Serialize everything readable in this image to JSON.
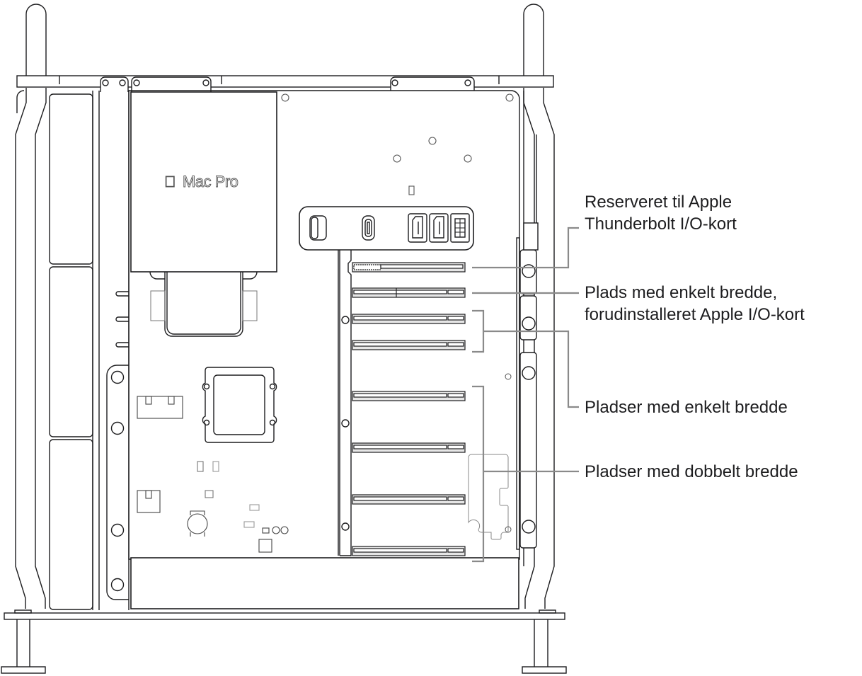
{
  "figure": {
    "subject": "Mac Pro side view, PCIe expansion slots",
    "brand_label": "Mac Pro",
    "logo_icon": "apple-logo-icon",
    "colors": {
      "line": "#1d1d1f",
      "callout_line": "#8a8a8a",
      "slot_fill": "#e6e6e6",
      "text": "#1d1d1f",
      "background": "#ffffff"
    }
  },
  "callouts": [
    {
      "id": "thunderbolt-io",
      "lines": [
        "Reserveret til Apple",
        "Thunderbolt I/O-kort"
      ]
    },
    {
      "id": "single-width-preinstalled",
      "lines": [
        "Plads med enkelt bredde,",
        "forudinstalleret Apple I/O-kort"
      ]
    },
    {
      "id": "single-width-slots",
      "lines": [
        "Pladser med enkelt bredde"
      ]
    },
    {
      "id": "double-width-slots",
      "lines": [
        "Pladser med dobbelt bredde"
      ]
    }
  ],
  "slots": {
    "count": 8,
    "y_positions": [
      377,
      413,
      450,
      488,
      558,
      632,
      705,
      778
    ]
  },
  "io_panel_ports": [
    "round-button",
    "usb-c-port",
    "hdmi-port",
    "hdmi-port",
    "power-connector"
  ]
}
